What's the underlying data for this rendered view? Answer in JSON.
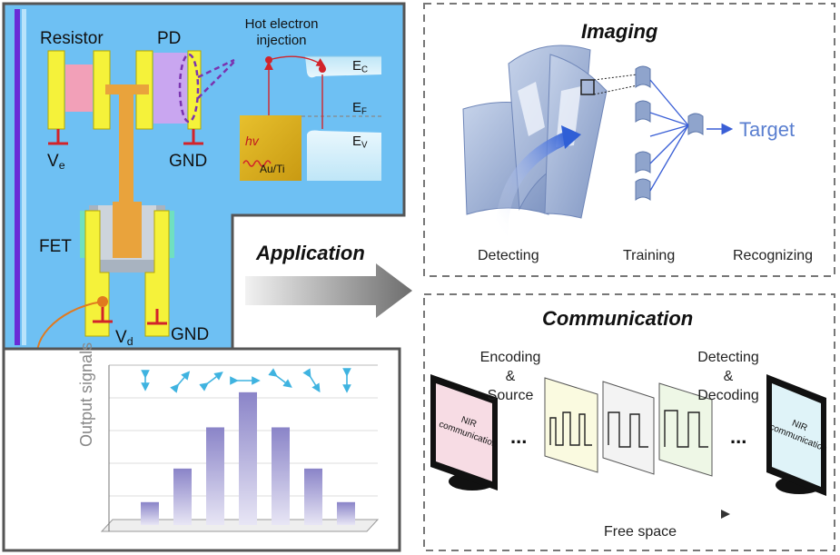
{
  "device": {
    "resistor": "Resistor",
    "pd": "PD",
    "fet": "FET",
    "ve": {
      "main": "V",
      "sub": "e"
    },
    "vd": {
      "main": "V",
      "sub": "d"
    },
    "gnd_top": "GND",
    "gnd_bottom": "GND"
  },
  "band": {
    "title_line1": "Hot electron",
    "title_line2": "injection",
    "ec": {
      "main": "E",
      "sub": "C"
    },
    "ef": {
      "main": "E",
      "sub": "F"
    },
    "ev": {
      "main": "E",
      "sub": "V"
    },
    "hv": "hv",
    "metal": "Au/Ti"
  },
  "output": {
    "ylabel": "Output signals",
    "relative_bar_heights": [
      0.15,
      0.37,
      0.64,
      0.87,
      0.64,
      0.37,
      0.15
    ]
  },
  "center": {
    "application": "Application"
  },
  "imaging": {
    "title": "Imaging",
    "target": "Target",
    "stages": [
      "Detecting",
      "Training",
      "Recognizing"
    ]
  },
  "communication": {
    "title": "Communication",
    "encoding": [
      "Encoding",
      "&",
      "Source"
    ],
    "decoding": [
      "Detecting",
      "&",
      "Decoding"
    ],
    "screen_text": [
      "NIR",
      "communication"
    ],
    "ellipsis": "...",
    "free_space": "Free space"
  },
  "colors": {
    "device_bg": "#6ec0f3",
    "electrode": "#f5f23a",
    "resistor_fill": "#f2a0b8",
    "pd_fill": "#c9a6f0",
    "gate": "#e9a33c",
    "bar_top": "#8a84c8",
    "accent_blue": "#5a7fd0",
    "red": "#d2232a"
  }
}
